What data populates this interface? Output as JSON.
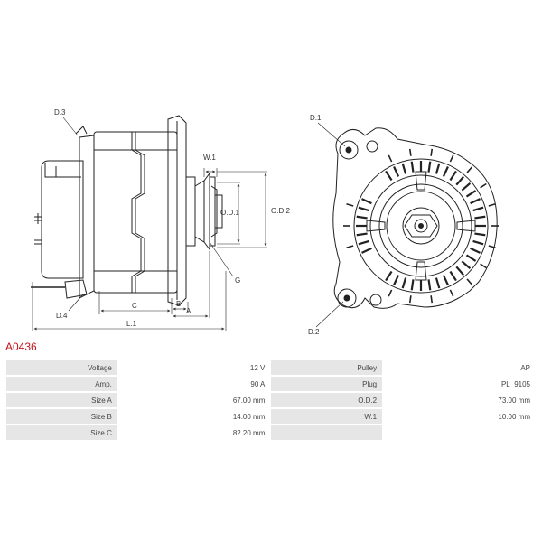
{
  "drawing": {
    "labels": {
      "d3": "D.3",
      "d4": "D.4",
      "d1": "D.1",
      "d2": "D.2",
      "w1": "W.1",
      "od1": "O.D.1",
      "od2": "O.D.2",
      "g": "G",
      "c": "C",
      "b": "B",
      "a": "A",
      "l1": "L.1"
    }
  },
  "part_number": "A0436",
  "specs": {
    "rows": [
      {
        "label_left": "Voltage",
        "value_left": "12 V",
        "label_right": "Pulley",
        "value_right": "AP"
      },
      {
        "label_left": "Amp.",
        "value_left": "90 A",
        "label_right": "Plug",
        "value_right": "PL_9105"
      },
      {
        "label_left": "Size A",
        "value_left": "67.00 mm",
        "label_right": "O.D.2",
        "value_right": "73.00 mm"
      },
      {
        "label_left": "Size B",
        "value_left": "14.00 mm",
        "label_right": "W.1",
        "value_right": "10.00 mm"
      },
      {
        "label_left": "Size C",
        "value_left": "82.20 mm",
        "label_right": "",
        "value_right": ""
      }
    ]
  }
}
